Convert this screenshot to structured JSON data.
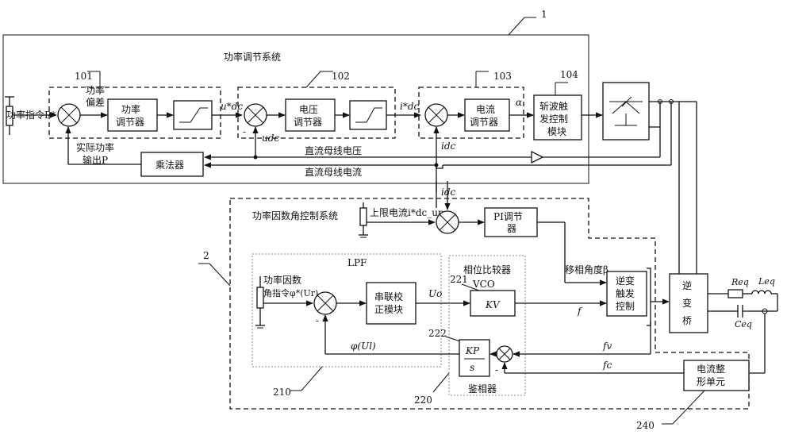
{
  "labels": {
    "ref1": "1",
    "ref2": "2",
    "ref101": "101",
    "ref102": "102",
    "ref103": "103",
    "ref104": "104",
    "ref210": "210",
    "ref220": "220",
    "ref221": "221",
    "ref222": "222",
    "ref240": "240",
    "power_system": "功率调节系统",
    "pf_system": "功率因数角控制系统",
    "power_cmd": "功率指令P*",
    "power_dev_1": "功率",
    "power_dev_2": "偏差",
    "power_reg_1": "功率",
    "power_reg_2": "调节器",
    "udc_star": "u*dc",
    "udc": "udc",
    "volt_reg_1": "电压",
    "volt_reg_2": "调节器",
    "idc_star": "i*dc",
    "idc": "idc",
    "idc2": "idc",
    "curr_reg_1": "电流",
    "curr_reg_2": "调节器",
    "alpha": "α",
    "chopper_1": "斩波触",
    "chopper_2": "发控制",
    "chopper_3": "模块",
    "actual_power_1": "实际功率",
    "actual_power_2": "输出P",
    "multiplier": "乘法器",
    "bus_voltage": "直流母线电压",
    "bus_current": "直流母线电流",
    "upper_current": "上限电流i*dc_up",
    "pi_reg_1": "PI调节",
    "pi_reg_2": "器",
    "phase_shift": "移相角度β",
    "lpf": "LPF",
    "phase_cmp": "相位比较器",
    "vco": "VCO",
    "kv": "KV",
    "pf_cmd_1": "功率因数",
    "pf_cmd_2": "角指令φ*(Ur)",
    "series_1": "串联校",
    "series_2": "正模块",
    "uo": "Uo",
    "f": "f",
    "inv_trig_1": "逆变",
    "inv_trig_2": "触发",
    "inv_trig_3": "控制",
    "inverter_1": "逆",
    "inverter_2": "变",
    "inverter_3": "桥",
    "phi_ul": "φ(Ul)",
    "kp": "KP",
    "s": "s",
    "phase_det": "鉴相器",
    "fv": "fv",
    "fc": "fc",
    "shaper_1": "电流整",
    "shaper_2": "形单元",
    "req": "Req",
    "leq": "Leq",
    "ceq": "Ceq",
    "minus": "-",
    "plus": "+"
  }
}
